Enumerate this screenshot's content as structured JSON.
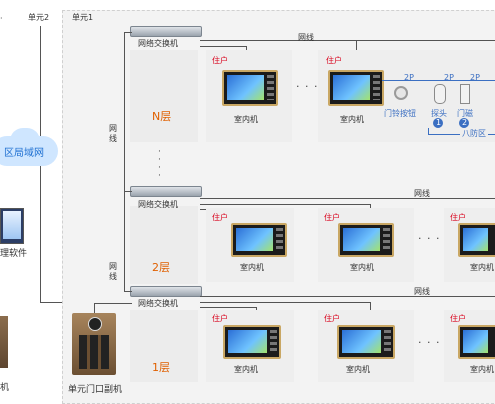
{
  "labels": {
    "unit2": "单元2",
    "unit1": "单元1",
    "lan_suffix": "区局域网",
    "software_suffix": "理软件",
    "left_bottom_suffix": "机",
    "switch": "网络交换机",
    "network_line": "网线",
    "resident": "住户",
    "indoor": "室内机",
    "indoor_cut": "室内机",
    "floor_n": "N层",
    "floor_2": "2层",
    "floor_1": "1层",
    "doorbell": "门铃按钮",
    "probe": "探头",
    "door_sensor": "门磁",
    "eight_zone": "八防区",
    "two_p": "2P",
    "unit_door": "单元门口副机",
    "num1": "1",
    "num2": "2",
    "ellipsis": "· · ·",
    "vdots": "·\n·\n·\n·"
  }
}
